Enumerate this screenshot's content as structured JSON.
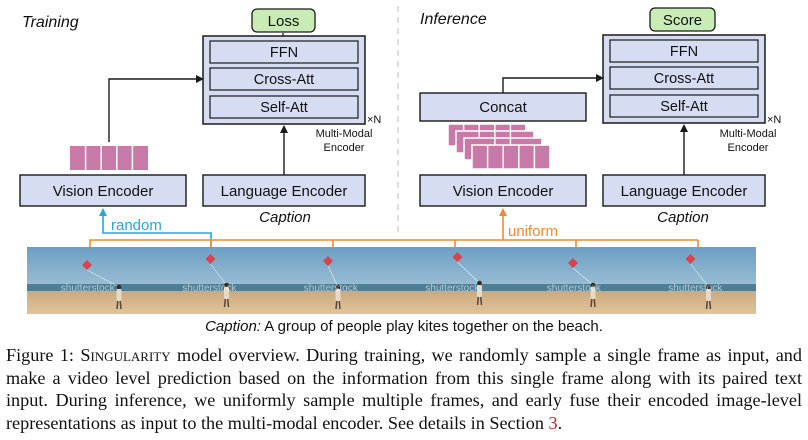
{
  "sections": {
    "training": "Training",
    "inference": "Inference"
  },
  "training": {
    "output_label": "Loss",
    "layers": [
      "FFN",
      "Cross-Att",
      "Self-Att"
    ],
    "repeat": "×N",
    "encoder_label_line1": "Multi-Modal",
    "encoder_label_line2": "Encoder",
    "vision_encoder": "Vision Encoder",
    "language_encoder": "Language Encoder",
    "text_input": "Caption",
    "sampling": "random"
  },
  "inference": {
    "output_label": "Score",
    "layers": [
      "FFN",
      "Cross-Att",
      "Self-Att"
    ],
    "repeat": "×N",
    "encoder_label_line1": "Multi-Modal",
    "encoder_label_line2": "Encoder",
    "fusion": "Concat",
    "vision_encoder": "Vision Encoder",
    "language_encoder": "Language Encoder",
    "text_input": "Caption",
    "sampling": "uniform"
  },
  "video": {
    "watermark": "shutterstock",
    "caption_label": "Caption:",
    "caption_text": " A group of people play kites together on the beach."
  },
  "colors": {
    "box_fill": "#d6dcf2",
    "box_stroke": "#1a1a1a",
    "output_fill": "#c9ecb7",
    "feature_fill": "#c77aa7",
    "random_color": "#29a6d6",
    "uniform_color": "#ee8a37",
    "sky": "#8bb6cf",
    "sea": "#4d7e96",
    "sand": "#d3b287"
  },
  "figure_caption": {
    "prefix": "Figure 1: ",
    "model_name": "Singularity",
    "text": " model overview. During training, we randomly sample a single frame as input, and make a video level prediction based on the information from this single frame along with its paired text input. During inference, we uniformly sample multiple frames, and early fuse their encoded image-level representations as input to the multi-modal encoder. See details in Section ",
    "section_ref": "3",
    "suffix": "."
  }
}
